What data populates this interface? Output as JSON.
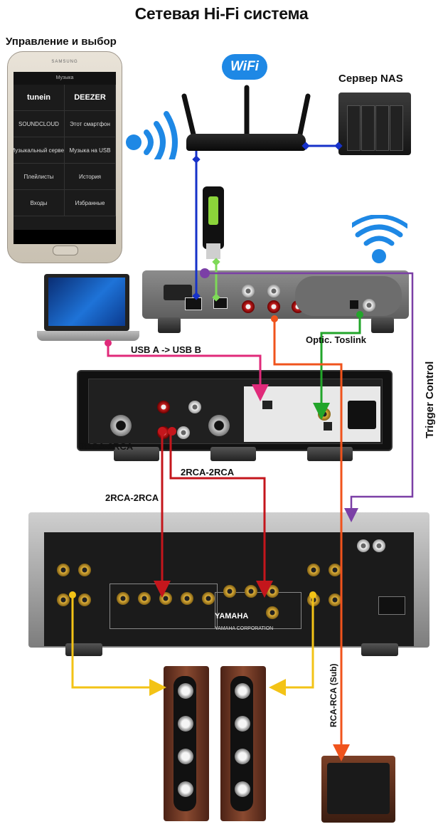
{
  "title": "Сетевая Hi-Fi система",
  "labels": {
    "control": "Управление и выбор",
    "nas": "Сервер NAS",
    "wifi": "WiFi",
    "usb_link": "USB A -> USB B",
    "optical": "Optic. Toslink",
    "trigger": "Trigger Control",
    "rca_dac": "2RCA-2RCA",
    "rca_mid": "2RCA-2RCA",
    "rca_left": "2RCA-2RCA",
    "sub_cable": "RCA-RCA (Sub)"
  },
  "phone": {
    "brand": "SAMSUNG",
    "header": "Музыка",
    "cells": [
      {
        "label": "tunein"
      },
      {
        "label": "DEEZER"
      },
      {
        "label": "SOUNDCLOUD"
      },
      {
        "label": "Этот смартфон"
      },
      {
        "label": "Музыкальный сервер"
      },
      {
        "label": "Музыка на USB"
      },
      {
        "label": "Плейлисты"
      },
      {
        "label": "История"
      },
      {
        "label": "Входы"
      },
      {
        "label": "Избранные"
      }
    ]
  },
  "devices": {
    "amp_brand": "YAMAHA",
    "amp_corp": "YAMAHA CORPORATION"
  },
  "colors": {
    "ethernet": "#1631c9",
    "usb_stick": "#7ed957",
    "trigger": "#7b3fa6",
    "usb_cable": "#e02a7a",
    "optical": "#22a52a",
    "rca": "#c4161c",
    "sub": "#f0531c",
    "speaker_cable": "#f3c316",
    "wifi": "#1e88e5"
  }
}
